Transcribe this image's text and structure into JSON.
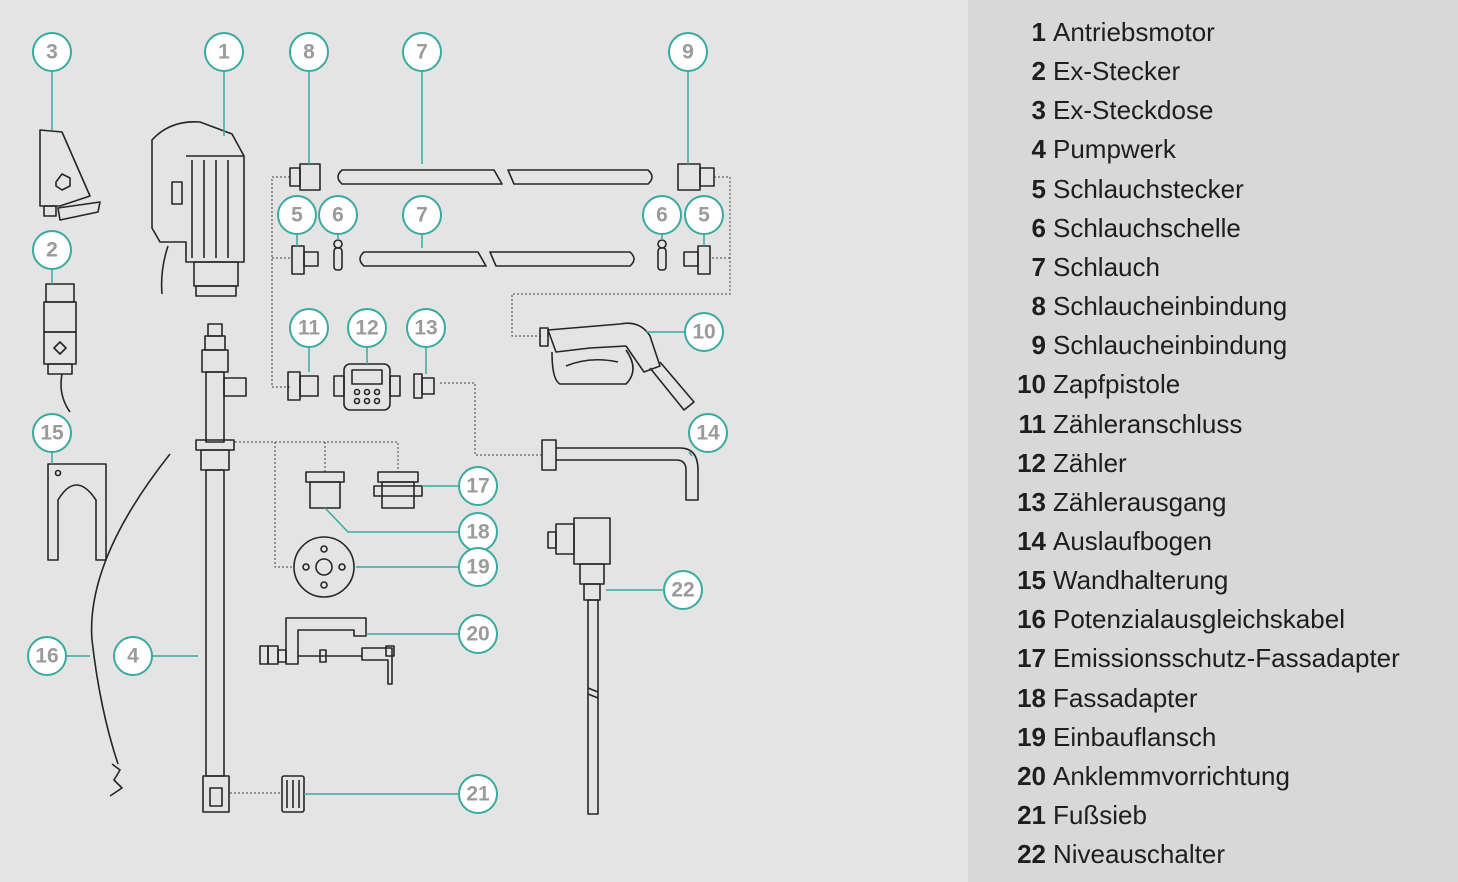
{
  "legend": [
    {
      "num": "1",
      "label": "Antriebsmotor"
    },
    {
      "num": "2",
      "label": "Ex-Stecker"
    },
    {
      "num": "3",
      "label": "Ex-Steckdose"
    },
    {
      "num": "4",
      "label": "Pumpwerk"
    },
    {
      "num": "5",
      "label": "Schlauchstecker"
    },
    {
      "num": "6",
      "label": "Schlauchschelle"
    },
    {
      "num": "7",
      "label": "Schlauch"
    },
    {
      "num": "8",
      "label": "Schlaucheinbindung"
    },
    {
      "num": "9",
      "label": "Schlaucheinbindung"
    },
    {
      "num": "10",
      "label": "Zapfpistole"
    },
    {
      "num": "11",
      "label": "Zähleranschluss"
    },
    {
      "num": "12",
      "label": "Zähler"
    },
    {
      "num": "13",
      "label": "Zählerausgang"
    },
    {
      "num": "14",
      "label": "Auslaufbogen"
    },
    {
      "num": "15",
      "label": "Wandhalterung"
    },
    {
      "num": "16",
      "label": "Potenzialausgleichskabel"
    },
    {
      "num": "17",
      "label": "Emissionsschutz-Fassadapter"
    },
    {
      "num": "18",
      "label": "Fassadapter"
    },
    {
      "num": "19",
      "label": "Einbauflansch"
    },
    {
      "num": "20",
      "label": "Anklemmvorrichtung"
    },
    {
      "num": "21",
      "label": "Fußsieb"
    },
    {
      "num": "22",
      "label": "Niveauschalter"
    }
  ],
  "callouts": {
    "c1": "1",
    "c2": "2",
    "c3": "3",
    "c4": "4",
    "c5a": "5",
    "c5b": "5",
    "c6a": "6",
    "c6b": "6",
    "c7a": "7",
    "c7b": "7",
    "c8": "8",
    "c9": "9",
    "c10": "10",
    "c11": "11",
    "c12": "12",
    "c13": "13",
    "c14": "14",
    "c15": "15",
    "c16": "16",
    "c17": "17",
    "c18": "18",
    "c19": "19",
    "c20": "20",
    "c21": "21",
    "c22": "22"
  },
  "colors": {
    "accent": "#3aa9a0",
    "callout_text": "#9b9b9b",
    "diagram_bg": "#e4e4e4",
    "legend_bg": "#d8d8d8",
    "line_art": "#262626"
  }
}
